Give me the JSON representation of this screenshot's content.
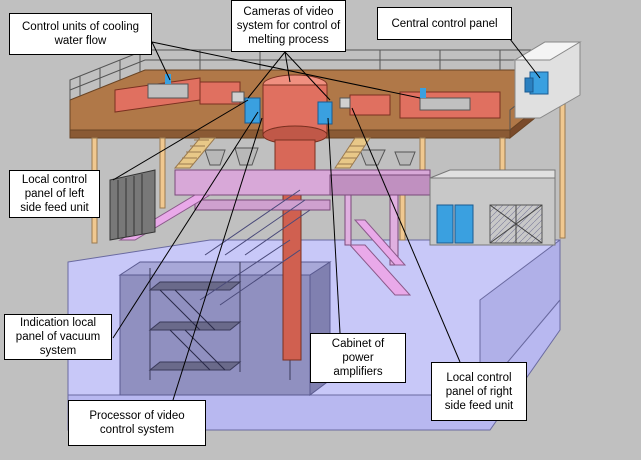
{
  "callouts": {
    "cooling_flow": "Control units of cooling\nwater flow",
    "cameras": "Cameras of video\nsystem for control of\nmelting process",
    "central_panel": "Central control panel",
    "left_feed": "Local control\npanel of left\nside feed unit",
    "vacuum_panel": "Indication local\npanel of vacuum\nsystem",
    "power_cabinet": "Cabinet of\npower\namplifiers",
    "right_feed": "Local control\npanel of right\nside feed unit",
    "video_processor": "Processor of video\ncontrol system"
  },
  "colors": {
    "background": "#c0c0c0",
    "floor_platform": "#b07848",
    "structure_pink": "#d8a8d8",
    "stairs_pink": "#e9a9e9",
    "furnace_salmon": "#e07060",
    "panel_blue": "#3aa0e0",
    "pit_wall": "#c8c8f8",
    "pit_floor": "#9090c0"
  }
}
